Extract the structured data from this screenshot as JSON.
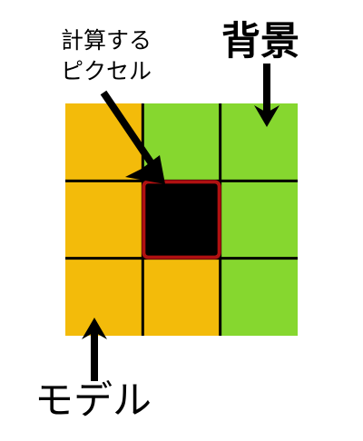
{
  "labels": {
    "target_pixel_lines": [
      "計算する",
      "ピクセル"
    ],
    "background": "背景",
    "model": "モデル"
  },
  "grid": {
    "rows": 3,
    "cols": 3,
    "cells": [
      [
        "model",
        "background",
        "background"
      ],
      [
        "model",
        "target",
        "background"
      ],
      [
        "model",
        "model",
        "background"
      ]
    ]
  },
  "colors": {
    "model": "#f3bb0a",
    "background": "#86d72f",
    "target": "#000000",
    "target_border": "#b01111",
    "grid_line": "#000000",
    "arrow": "#000000"
  }
}
